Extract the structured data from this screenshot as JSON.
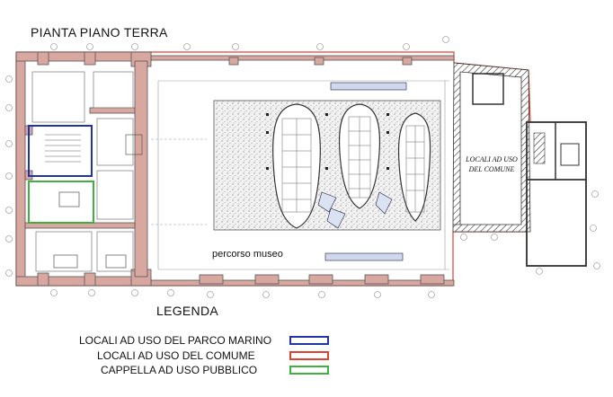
{
  "title": "PIANTA PIANO TERRA",
  "legend": {
    "title": "LEGENDA",
    "items": [
      {
        "label": "LOCALI AD USO DEL PARCO MARINO",
        "color": "#2233aa"
      },
      {
        "label": "LOCALI AD USO DEL COMUME",
        "color": "#e04030"
      },
      {
        "label": "CAPPELLA AD USO PUBBLICO",
        "color": "#40b040"
      }
    ]
  },
  "plan_labels": {
    "percorso": "percorso  museo",
    "comune_room": "LOCALI AD USO\nDEL COMUNE"
  },
  "colors": {
    "wall_fill": "#d8a8a0",
    "wall_stroke": "#555555",
    "outline_red": "#e04030",
    "parco_blue": "#2233aa",
    "cappella_green": "#40b040",
    "display_stipple": "#bdbdbd"
  }
}
